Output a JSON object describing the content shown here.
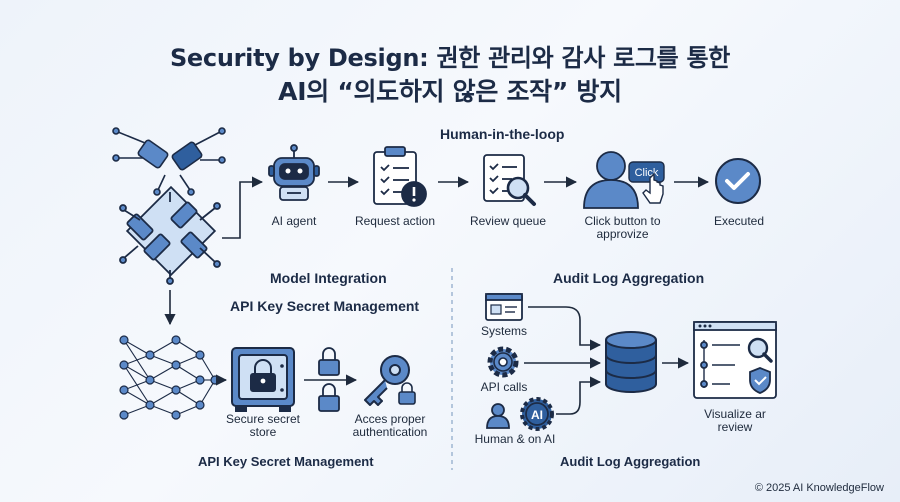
{
  "title": {
    "line1": "Security by Design: 권한 관리와 감사 로그를 통한",
    "line2": "AI의 “의도하지 않은 조작” 방지"
  },
  "human_in_the_loop": {
    "heading": "Human-in-the-loop",
    "steps": [
      {
        "label": "AI agent",
        "icon": "robot-icon"
      },
      {
        "label": "Request action",
        "icon": "clipboard-alert-icon"
      },
      {
        "label": "Review queue",
        "icon": "checklist-magnifier-icon"
      },
      {
        "label": "Click button to approvize",
        "icon": "user-click-icon",
        "button": "Click"
      },
      {
        "label": "Executed",
        "icon": "check-circle-icon"
      }
    ]
  },
  "model_integration": {
    "heading": "Model Integration",
    "subheading": "API Key Secret Management",
    "footer": "API Key Secret Management",
    "items": [
      {
        "label": "Secure secret store",
        "icon": "safe-icon"
      },
      {
        "label": "Acces proper authentication",
        "icon": "key-icon"
      }
    ]
  },
  "audit_log": {
    "heading": "Audit Log Aggregation",
    "footer": "Audit Log Aggregation",
    "sources": [
      {
        "label": "Systems",
        "icon": "window-icon"
      },
      {
        "label": "API calls",
        "icon": "gear-icon"
      },
      {
        "label": "Human & on AI",
        "icon": "user-ai-icon",
        "badge": "AI"
      }
    ],
    "output": {
      "label": "Visualize ar review",
      "icon": "dashboard-icon"
    }
  },
  "copyright": "© 2025 AI KnowledgeFlow",
  "colors": {
    "navy": "#1c2b46",
    "blue": "#2f5f9e",
    "light": "#5b89c8",
    "pale": "#cfe0f4"
  }
}
